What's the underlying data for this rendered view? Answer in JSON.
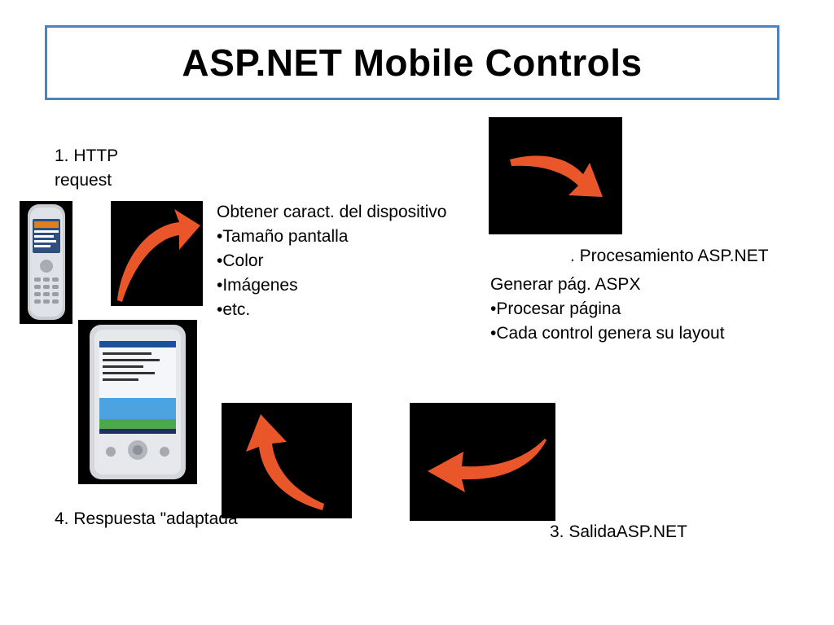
{
  "slide": {
    "title": "ASP.NET Mobile Controls"
  },
  "step1": {
    "label_line1": "1. HTTP",
    "label_line2": "request"
  },
  "device_features": {
    "heading": "Obtener caract. del dispositivo",
    "items": [
      "•Tamaño pantalla",
      "•Color",
      "•Imágenes",
      "•etc."
    ]
  },
  "step2": {
    "label": ". Procesamiento ASP.NET",
    "heading": "Generar pág. ASPX",
    "items": [
      "•Procesar página",
      "•Cada control genera su layout"
    ]
  },
  "step3": {
    "label": "3. SalidaASP.NET"
  },
  "step4": {
    "label": "4. Respuesta \"adaptada"
  },
  "colors": {
    "title_border": "#4f81bd",
    "arrow": "#e8562a",
    "arrow_box": "#000000"
  },
  "icons": {
    "phone": "mobile-phone-icon",
    "pda": "pocket-pc-icon",
    "arrows": "curved-arrow-icon"
  }
}
